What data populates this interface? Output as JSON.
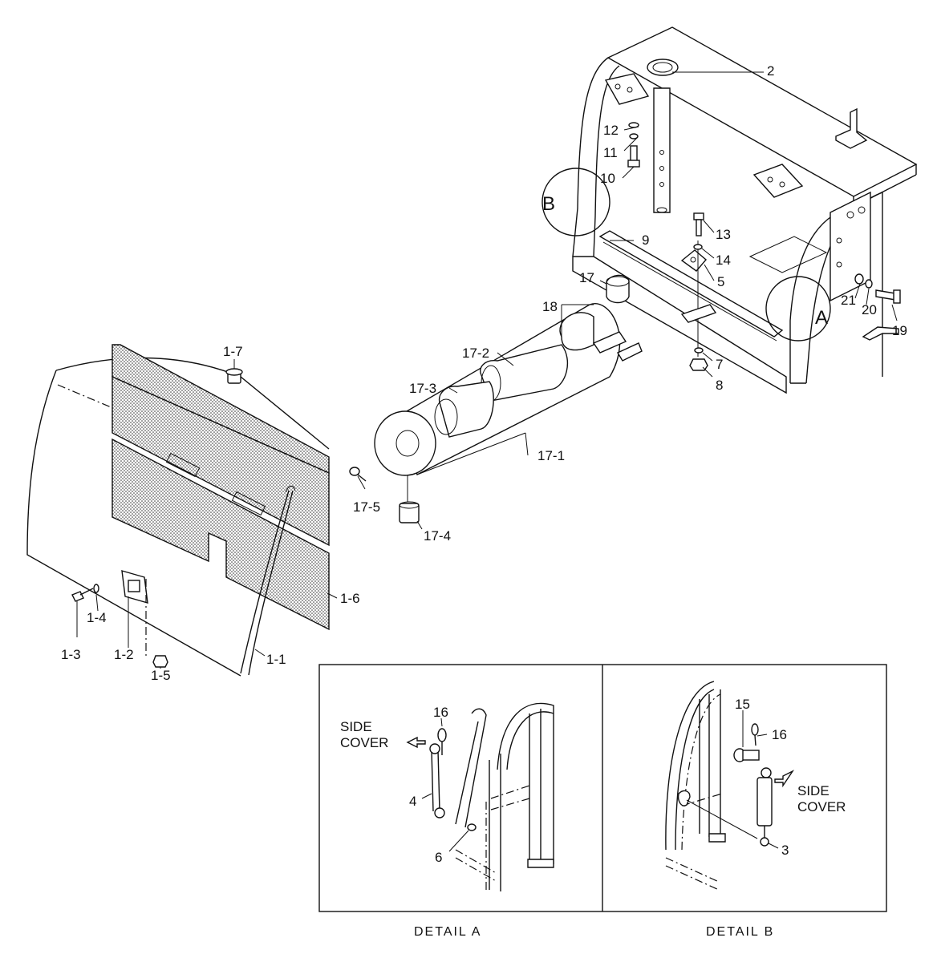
{
  "labels": {
    "l2": "2",
    "l12": "12",
    "l11": "11",
    "l10": "10",
    "l13": "13",
    "l9": "9",
    "l14": "14",
    "l5": "5",
    "l17": "17",
    "l18": "18",
    "l21": "21",
    "l20": "20",
    "l19": "19",
    "l7": "7",
    "l8": "8",
    "l17_2": "17-2",
    "l17_3": "17-3",
    "l17_1": "17-1",
    "l17_5": "17-5",
    "l17_4": "17-4",
    "l1_7": "1-7",
    "l1_6": "1-6",
    "l1_4": "1-4",
    "l1_3": "1-3",
    "l1_2": "1-2",
    "l1_5": "1-5",
    "l1_1": "1-1",
    "lB": "B",
    "lA": "A",
    "dA16": "16",
    "dA4": "4",
    "dA6": "6",
    "dB15": "15",
    "dB16": "16",
    "dB3": "3"
  },
  "detail_a": {
    "side_cover_line1": "SIDE",
    "side_cover_line2": "COVER",
    "caption": "DETAIL  A"
  },
  "detail_b": {
    "side_cover_line1": "SIDE",
    "side_cover_line2": "COVER",
    "caption": "DETAIL  B"
  }
}
